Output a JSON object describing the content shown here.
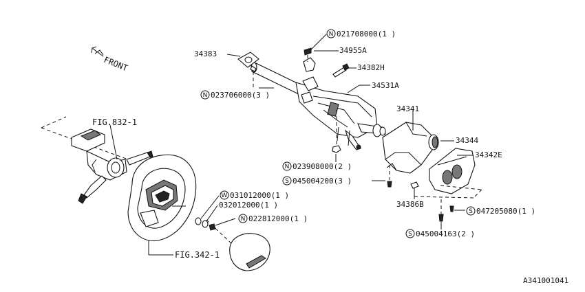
{
  "diagram": {
    "front_label": "FRONT",
    "fig_refs": {
      "switch": "FIG.832-1",
      "airbag": "FIG.342-1"
    },
    "parts": {
      "p34383": "34383",
      "p34955A": "34955A",
      "p34382H": "34382H",
      "p34531A": "34531A",
      "p34341": "34341",
      "p34344": "34344",
      "p34342E": "34342E",
      "p34386B": "34386B"
    },
    "fasteners": {
      "n021708000": {
        "sym": "N",
        "text": "021708000(1 )"
      },
      "n023706000": {
        "sym": "N",
        "text": "023706000(3 )"
      },
      "n023908000": {
        "sym": "N",
        "text": "023908000(2 )"
      },
      "s045004200": {
        "sym": "S",
        "text": "045004200(3 )"
      },
      "w031012000": {
        "sym": "W",
        "text": "031012000(1 )"
      },
      "p032012000": {
        "sym": "",
        "text": "032012000(1 )"
      },
      "n022812000": {
        "sym": "N",
        "text": "022812000(1 )"
      },
      "s047205080": {
        "sym": "S",
        "text": "047205080(1 )"
      },
      "s045004163": {
        "sym": "S",
        "text": "045004163(2 )"
      }
    },
    "drawing_code": "A341001041"
  }
}
